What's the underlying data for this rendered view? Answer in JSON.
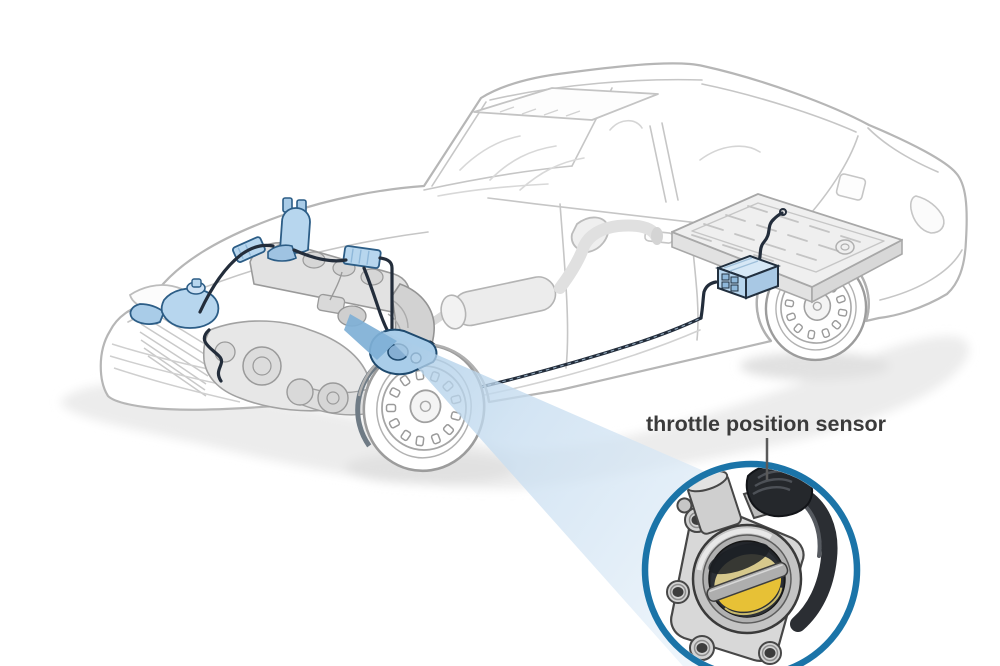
{
  "illustration": {
    "type": "automotive cutaway diagram",
    "callout": {
      "label": "throttle position sensor"
    },
    "inset": {
      "shape": "circle",
      "content": "throttle body with position sensor",
      "border_color": "#1b74a8"
    },
    "depicted_parts": [
      "ghosted sedan body",
      "engine",
      "engine sensors and connectors",
      "wiring harness",
      "engine control module",
      "battery pack",
      "exhaust system",
      "front wheel",
      "rear wheel",
      "throttle position sensor"
    ],
    "colors": {
      "accent_blue": "#1b74a8",
      "component_blue": "#b7d6ee",
      "beam_blue_dark": "#9fc6e4",
      "beam_blue_light": "#ecf4fb",
      "harness_navy": "#232d3b",
      "valve_gold": "#e7c136",
      "ghost_gray": "#b6b6b6",
      "label_color": "#3b3b3b",
      "background": "#ffffff"
    }
  }
}
